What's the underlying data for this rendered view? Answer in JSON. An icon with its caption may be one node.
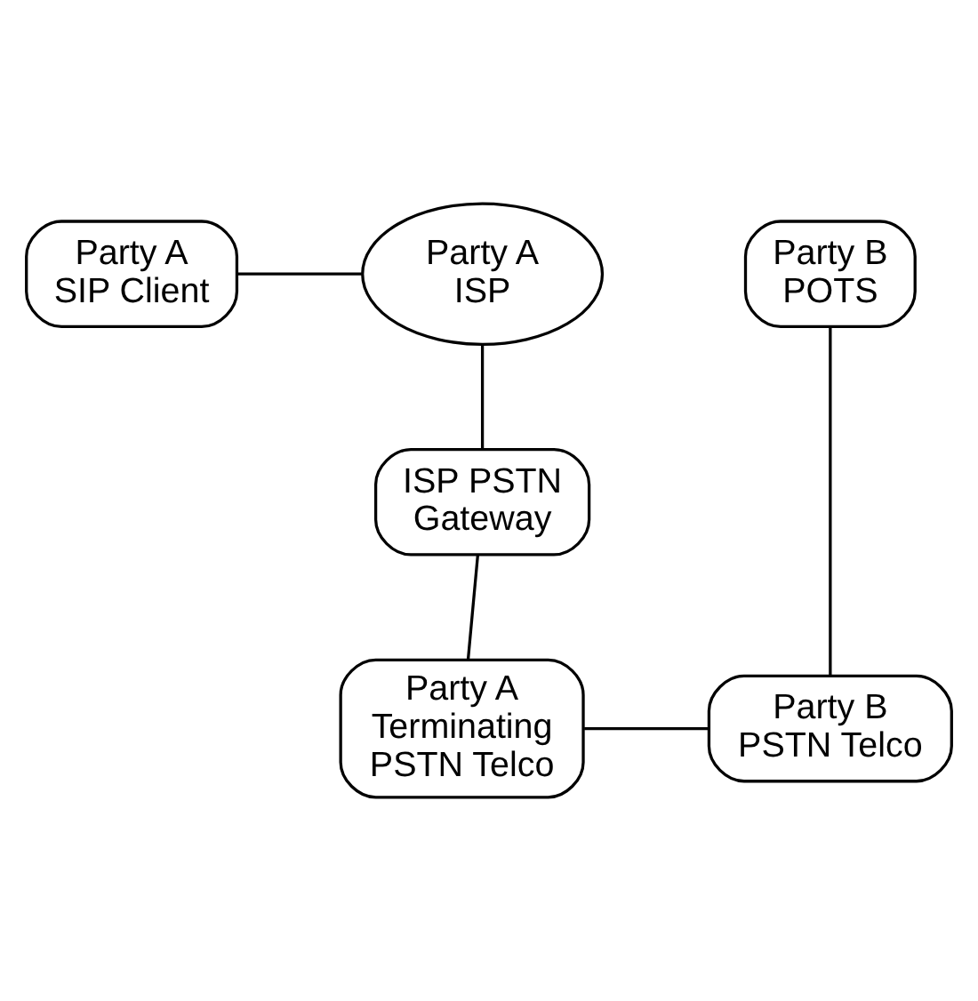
{
  "diagram": {
    "nodes": [
      {
        "text": [
          "Party A SIP Client"
        ]
      },
      {
        "text": [
          "Party A ISP"
        ]
      },
      {
        "text": [
          "ISP PSTN Gateway"
        ]
      },
      {
        "text": [
          "Party A Terminating PSTN Telco"
        ]
      },
      {
        "text": [
          "Party B POTS"
        ]
      },
      {
        "text": [
          "Party B PSTN Telco"
        ]
      }
    ],
    "edges": [
      {
        "from": 0,
        "to": 1,
        "arrow": "none"
      },
      {
        "from": 1,
        "to": 2,
        "arrow": "none"
      },
      {
        "from": 2,
        "to": 3,
        "arrow": "none"
      },
      {
        "from": 3,
        "to": 5,
        "arrow": "none"
      },
      {
        "from": 4,
        "to": 5,
        "arrow": "none"
      }
    ]
  }
}
